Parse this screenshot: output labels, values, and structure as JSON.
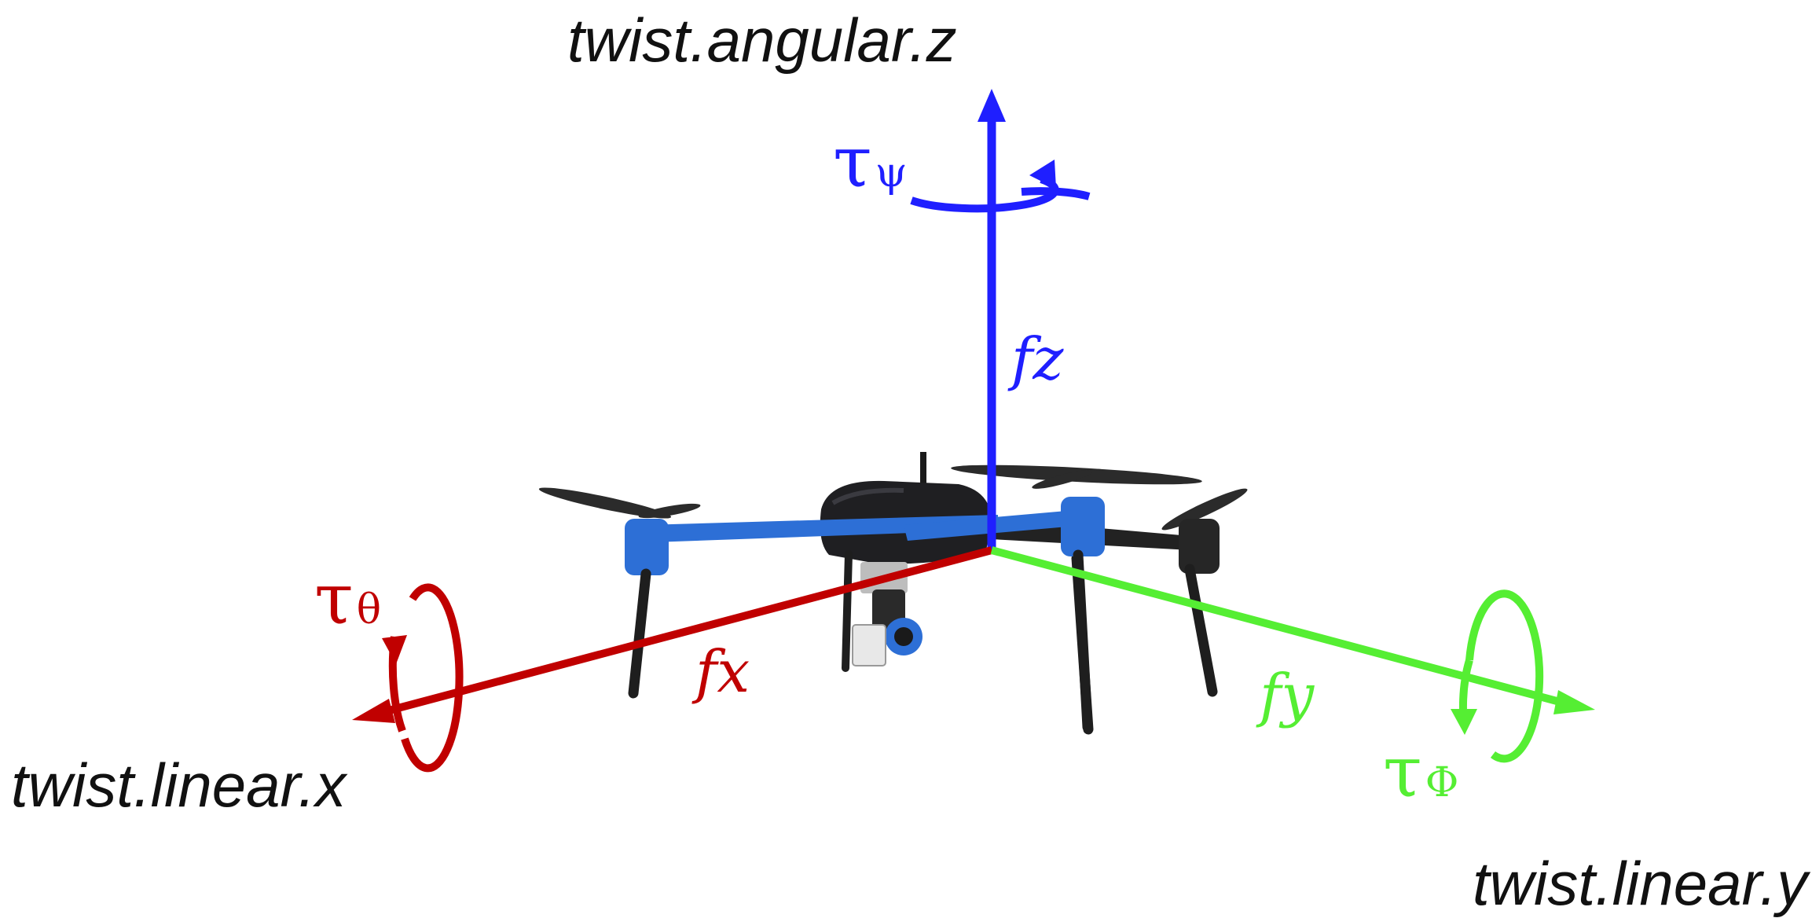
{
  "axes": {
    "z": {
      "label": "twist.angular.z",
      "force": "fz",
      "torque_symbol": "τ",
      "torque_subscript": "ψ",
      "color": "#1f1fff"
    },
    "x": {
      "label": "twist.linear.x",
      "force": "fx",
      "torque_symbol": "τ",
      "torque_subscript": "θ",
      "color": "#c00000"
    },
    "y": {
      "label": "twist.linear.y",
      "force": "fy",
      "torque_symbol": "τ",
      "torque_subscript": "Φ",
      "color": "#55ee33"
    }
  },
  "drone": {
    "body_color": "#1f1f22",
    "arm_color": "#2d6fd6",
    "icon": "quadcopter-icon"
  }
}
